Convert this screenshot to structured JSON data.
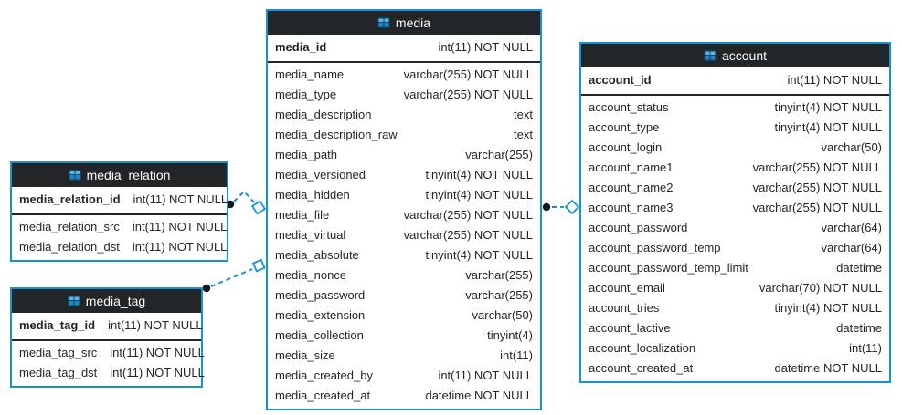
{
  "diagram": {
    "type": "er-schema",
    "tables": [
      {
        "id": "media",
        "title": "media",
        "icon": "table-icon",
        "primary_keys": [
          {
            "name": "media_id",
            "type": "int(11) NOT NULL"
          }
        ],
        "columns": [
          {
            "name": "media_name",
            "type": "varchar(255) NOT NULL"
          },
          {
            "name": "media_type",
            "type": "varchar(255) NOT NULL"
          },
          {
            "name": "media_description",
            "type": "text"
          },
          {
            "name": "media_description_raw",
            "type": "text"
          },
          {
            "name": "media_path",
            "type": "varchar(255)"
          },
          {
            "name": "media_versioned",
            "type": "tinyint(4) NOT NULL"
          },
          {
            "name": "media_hidden",
            "type": "tinyint(4) NOT NULL"
          },
          {
            "name": "media_file",
            "type": "varchar(255) NOT NULL"
          },
          {
            "name": "media_virtual",
            "type": "varchar(255) NOT NULL"
          },
          {
            "name": "media_absolute",
            "type": "tinyint(4) NOT NULL"
          },
          {
            "name": "media_nonce",
            "type": "varchar(255)"
          },
          {
            "name": "media_password",
            "type": "varchar(255)"
          },
          {
            "name": "media_extension",
            "type": "varchar(50)"
          },
          {
            "name": "media_collection",
            "type": "tinyint(4)"
          },
          {
            "name": "media_size",
            "type": "int(11)"
          },
          {
            "name": "media_created_by",
            "type": "int(11) NOT NULL"
          },
          {
            "name": "media_created_at",
            "type": "datetime NOT NULL"
          }
        ]
      },
      {
        "id": "account",
        "title": "account",
        "icon": "table-icon",
        "primary_keys": [
          {
            "name": "account_id",
            "type": "int(11) NOT NULL"
          }
        ],
        "columns": [
          {
            "name": "account_status",
            "type": "tinyint(4) NOT NULL"
          },
          {
            "name": "account_type",
            "type": "tinyint(4) NOT NULL"
          },
          {
            "name": "account_login",
            "type": "varchar(50)"
          },
          {
            "name": "account_name1",
            "type": "varchar(255) NOT NULL"
          },
          {
            "name": "account_name2",
            "type": "varchar(255) NOT NULL"
          },
          {
            "name": "account_name3",
            "type": "varchar(255) NOT NULL"
          },
          {
            "name": "account_password",
            "type": "varchar(64)"
          },
          {
            "name": "account_password_temp",
            "type": "varchar(64)"
          },
          {
            "name": "account_password_temp_limit",
            "type": "datetime"
          },
          {
            "name": "account_email",
            "type": "varchar(70) NOT NULL"
          },
          {
            "name": "account_tries",
            "type": "tinyint(4) NOT NULL"
          },
          {
            "name": "account_lactive",
            "type": "datetime"
          },
          {
            "name": "account_localization",
            "type": "int(11)"
          },
          {
            "name": "account_created_at",
            "type": "datetime NOT NULL"
          }
        ]
      },
      {
        "id": "media_relation",
        "title": "media_relation",
        "icon": "table-icon",
        "primary_keys": [
          {
            "name": "media_relation_id",
            "type": "int(11) NOT NULL"
          }
        ],
        "columns": [
          {
            "name": "media_relation_src",
            "type": "int(11) NOT NULL"
          },
          {
            "name": "media_relation_dst",
            "type": "int(11) NOT NULL"
          }
        ]
      },
      {
        "id": "media_tag",
        "title": "media_tag",
        "icon": "table-icon",
        "primary_keys": [
          {
            "name": "media_tag_id",
            "type": "int(11) NOT NULL"
          }
        ],
        "columns": [
          {
            "name": "media_tag_src",
            "type": "int(11) NOT NULL"
          },
          {
            "name": "media_tag_dst",
            "type": "int(11) NOT NULL"
          }
        ]
      }
    ],
    "relations": [
      {
        "from": "media_relation",
        "to": "media",
        "style": "dashed",
        "from_end": "dot",
        "to_end": "open-diamond"
      },
      {
        "from": "media_tag",
        "to": "media",
        "style": "dashed",
        "from_end": "dot",
        "to_end": "open-diamond"
      },
      {
        "from": "media",
        "to": "account",
        "style": "dashed",
        "from_end": "dot",
        "to_end": "open-diamond"
      }
    ]
  },
  "colors": {
    "accent_blue": "#1793d1",
    "header_bg": "#232629",
    "header_text": "#fcfcfc",
    "row_text": "#232629",
    "relation_dot": "#0e161c",
    "background": "#ffffff"
  }
}
